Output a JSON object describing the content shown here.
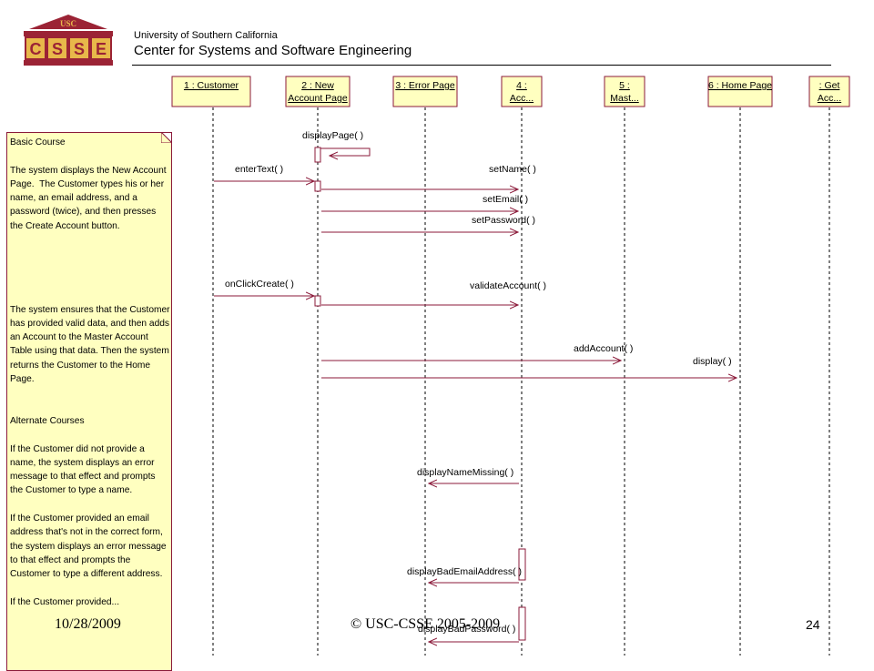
{
  "header": {
    "logo_top": "USC",
    "logo_main": [
      "C",
      "S",
      "S",
      "E"
    ],
    "university": "University of Southern California",
    "center": "Center for Systems and Software Engineering"
  },
  "lifelines": [
    {
      "label": "1 : Customer"
    },
    {
      "label": "2 : New Account Page"
    },
    {
      "label": "3 : Error Page"
    },
    {
      "label": "4 : Acc..."
    },
    {
      "label": "5 : Mast..."
    },
    {
      "label": "6 : Home Page"
    },
    {
      "label": ": Get Acc..."
    }
  ],
  "messages": [
    {
      "label": "displayPage( )"
    },
    {
      "label": "enterText( )"
    },
    {
      "label": "setName( )"
    },
    {
      "label": "setEmail( )"
    },
    {
      "label": "setPassword( )"
    },
    {
      "label": "onClickCreate( )"
    },
    {
      "label": "validateAccount( )"
    },
    {
      "label": "addAccount( )"
    },
    {
      "label": "display( )"
    },
    {
      "label": "displayNameMissing( )"
    },
    {
      "label": "displayBadEmailAddress( )"
    },
    {
      "label": "displayBadPassword( )"
    }
  ],
  "note": {
    "text": "Basic Course\n\nThe system displays the New Account Page.  The Customer types his or her name, an email address, and a password (twice), and then presses the Create Account button.\n\n\n\n\n\nThe system ensures that the Customer has provided valid data, and then adds an Account to the Master Account Table using that data. Then the system returns the Customer to the Home Page.\n\n\nAlternate Courses\n\nIf the Customer did not provide a name, the system displays an error message to that effect and prompts the Customer to type a name.\n\nIf the Customer provided an email address that's not in the correct form, the system displays an error message to that effect and prompts the Customer to type a different address.\n\nIf the Customer provided..."
  },
  "footer": {
    "date": "10/28/2009",
    "copyright": "© USC-CSSE 2005-2009",
    "page": "24"
  },
  "colors": {
    "line": "#8b1a3a",
    "box_fill": "#ffffc0",
    "logo_red": "#9b2335",
    "logo_gold": "#e8b84a"
  }
}
